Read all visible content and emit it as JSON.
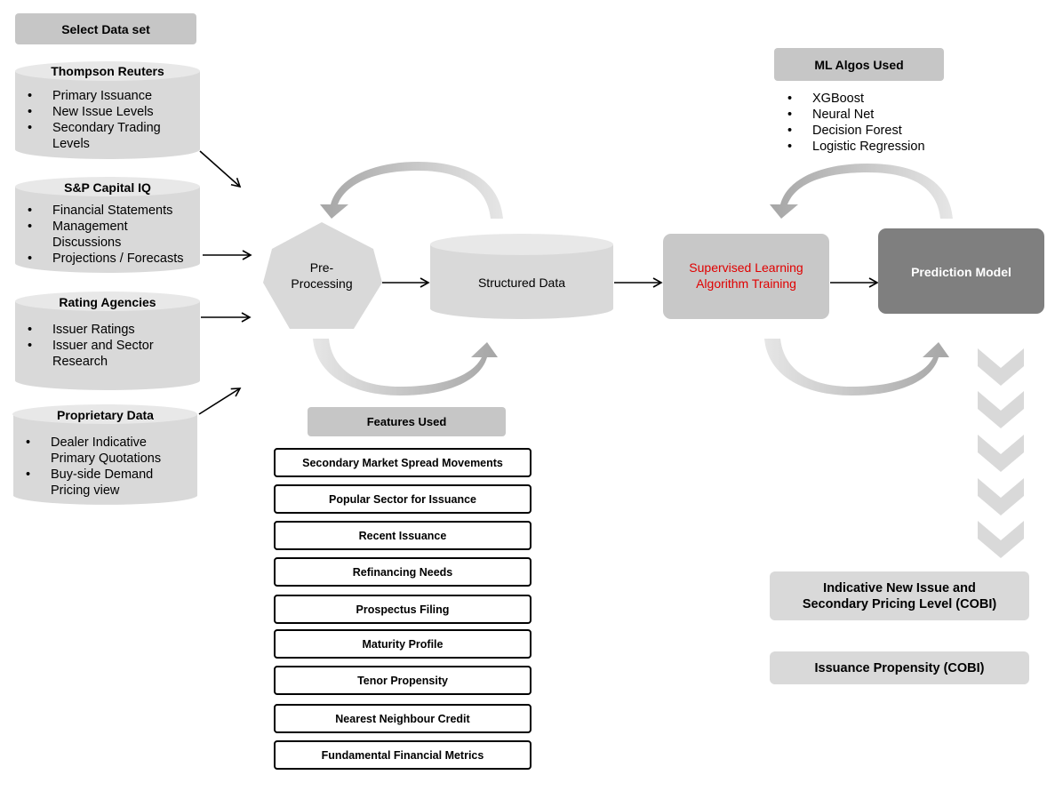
{
  "select_data_set": "Select Data set",
  "sources": [
    {
      "title": "Thompson Reuters",
      "items": [
        "Primary Issuance",
        "New Issue Levels",
        "Secondary Trading Levels"
      ]
    },
    {
      "title": "S&P Capital IQ",
      "items": [
        "Financial Statements",
        "Management Discussions",
        "Projections / Forecasts"
      ]
    },
    {
      "title": "Rating Agencies",
      "items": [
        "Issuer Ratings",
        "Issuer and Sector Research"
      ]
    },
    {
      "title": "Proprietary Data",
      "items": [
        "Dealer Indicative Primary Quotations",
        "Buy-side Demand Pricing view"
      ]
    }
  ],
  "preprocessing": "Pre-Processing",
  "structured_data": "Structured Data",
  "supervised": "Supervised Learning Algorithm Training",
  "prediction_model": "Prediction Model",
  "ml_algos_header": "ML Algos Used",
  "ml_algos": [
    "XGBoost",
    "Neural Net",
    "Decision Forest",
    "Logistic Regression"
  ],
  "features_header": "Features Used",
  "features": [
    "Secondary Market Spread Movements",
    "Popular Sector for Issuance",
    "Recent Issuance",
    "Refinancing Needs",
    "Prospectus Filing",
    "Maturity Profile",
    "Tenor Propensity",
    "Nearest Neighbour Credit",
    "Fundamental Financial Metrics"
  ],
  "outputs": [
    "Indicative New Issue and Secondary Pricing Level (COBI)",
    "Issuance Propensity (COBI)"
  ],
  "colors": {
    "cylinder": "#d9d9d9",
    "cylinder_top": "#e8e8e8",
    "header": "#c6c6c6",
    "supervised_fill": "#c8c8c8",
    "supervised_text": "#e00000",
    "prediction_fill": "#7f7f7f",
    "cycle_arrow": "#bfbfbf",
    "chevron": "#d9d9d9"
  }
}
